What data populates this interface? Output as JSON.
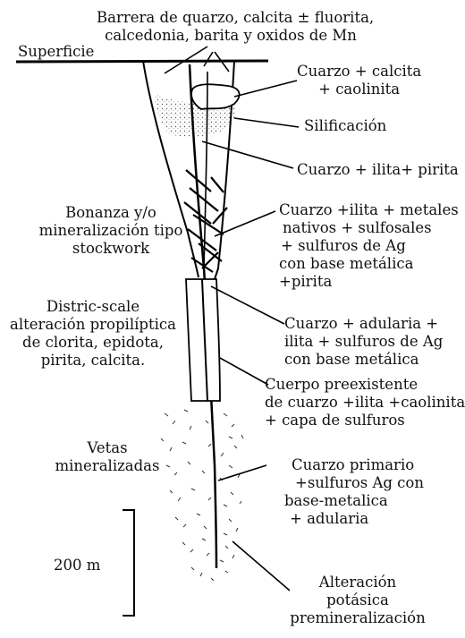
{
  "labels": {
    "top_barrier": [
      "Barrera de quarzo, calcita ± fluorita,",
      "calcedonia, barita y oxidos de Mn"
    ],
    "surface": "Superficie",
    "quartz_calcite": [
      "Cuarzo + calcita",
      "+ caolinita"
    ],
    "silicification": "Silificación",
    "quartz_illite_pyrite": "Cuarzo + ilita+ pirita",
    "bonanza": [
      "Bonanza y/o",
      "mineralización tipo",
      "stockwork"
    ],
    "quartz_metals": [
      "Cuarzo +ilita + metales",
      "nativos + sulfosales",
      "+ sulfuros de Ag",
      "con base metálica",
      "+pirita"
    ],
    "district_alteration": [
      "Distric-scale",
      "alteración propilíptica",
      "de clorita, epidota,",
      "pirita, calcita."
    ],
    "quartz_adularia": [
      "Cuarzo + adularia +",
      "ilita + sulfuros de Ag",
      "con base metálica"
    ],
    "preexisting_body": [
      "Cuerpo preexistente",
      "de cuarzo +ilita +caolinita",
      "+ capa de sulfuros"
    ],
    "mineralized_veins": [
      "Vetas",
      "mineralizadas"
    ],
    "primary_quartz": [
      "Cuarzo primario",
      "+sulfuros Ag con",
      "base-metalica",
      "+ adularia"
    ],
    "scale": "200 m",
    "potassic_alteration": [
      "Alteración",
      "potásica",
      "premineralización"
    ]
  }
}
